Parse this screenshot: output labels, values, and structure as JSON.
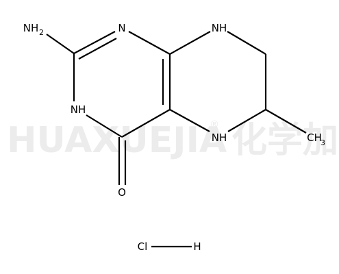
{
  "watermark": {
    "text": "HUAXUEJIA",
    "registered": "®",
    "cjk": "化学加"
  },
  "atoms": {
    "nh2": {
      "main": "NH",
      "sub": "2"
    },
    "n1": "N",
    "nh_top": "NH",
    "nh_left": "NH",
    "nh_mid": "NH",
    "o": "O",
    "ch3": {
      "main": "CH",
      "sub": "3"
    }
  },
  "salt": {
    "cl": "Cl",
    "h": "H"
  }
}
